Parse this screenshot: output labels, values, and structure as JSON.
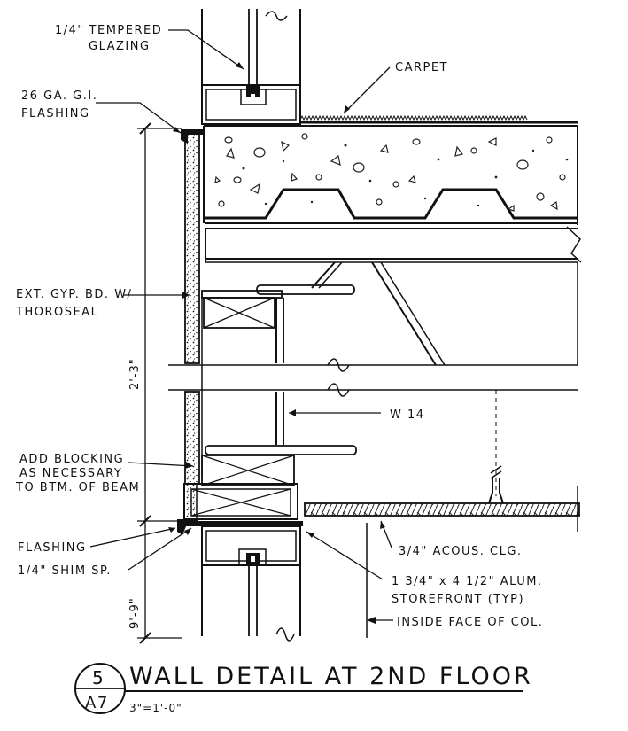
{
  "labels": {
    "glazing_1": "1/4\" TEMPERED",
    "glazing_2": "GLAZING",
    "carpet": "CARPET",
    "flashing_top_1": "26 GA. G.I.",
    "flashing_top_2": "FLASHING",
    "gyp_1": "EXT. GYP. BD. W/",
    "gyp_2": "THOROSEAL",
    "w14": "W 14",
    "blocking_1": "ADD BLOCKING",
    "blocking_2": "AS NECESSARY",
    "blocking_3": "TO BTM. OF BEAM",
    "flashing_bottom": "FLASHING",
    "shim": "1/4\" SHIM SP.",
    "ceiling": "3/4\" ACOUS. CLG.",
    "storefront_1": "1 3/4\" x 4 1/2\" ALUM.",
    "storefront_2": "STOREFRONT (TYP)",
    "column": "INSIDE FACE OF COL."
  },
  "dimensions": {
    "upper": "2'-3\"",
    "lower": "9'-9\""
  },
  "title": {
    "detail_number": "5",
    "sheet": "A7",
    "text": "WALL DETAIL AT 2ND FLOOR",
    "scale": "3\"=1'-0\""
  }
}
